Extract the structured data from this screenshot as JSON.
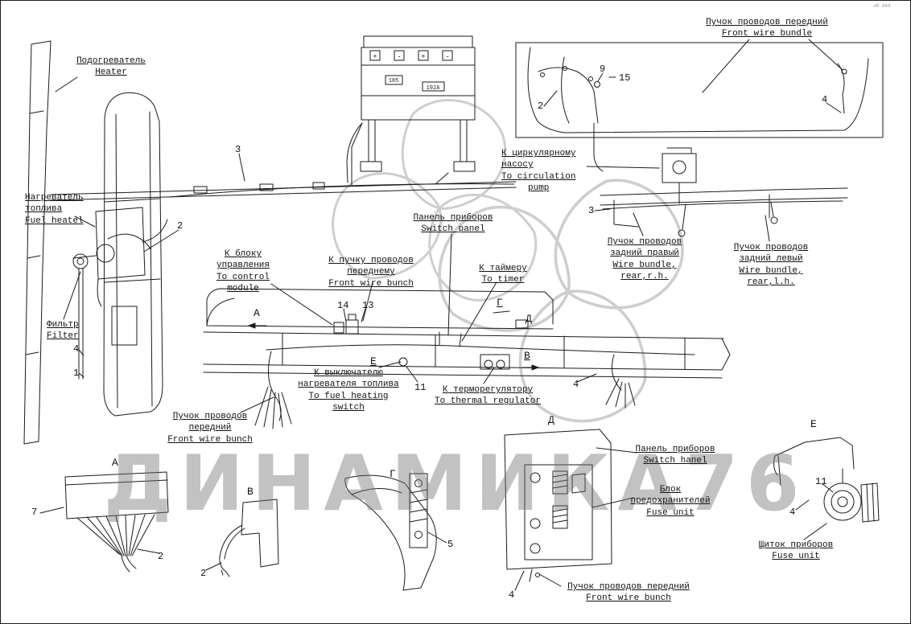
{
  "meta": {
    "corner_mark": "«® ###"
  },
  "watermark": {
    "text": "ДИНАМИКА76"
  },
  "callouts": {
    "heater": {
      "l1": "Подогреватель",
      "l2": "Heater"
    },
    "fuel_heater": {
      "l1": "Нагреватель",
      "l2": "топлива",
      "l3": "Fuel heatel"
    },
    "filter": {
      "l1": "Фильтр",
      "l2": "Filter"
    },
    "front_wire_bundle_tr": {
      "l1": "Пучок проводов передний",
      "l2": "Front wire bundle"
    },
    "circulation_pump": {
      "l1": "К циркулярному",
      "l2": "насосу",
      "l3": "To circulation",
      "l4": "pump"
    },
    "wire_bundle_rear_rh": {
      "l1": "Пучок проводов",
      "l2": "задний правый",
      "l3": "Wire bundle,",
      "l4": "rear,r.h."
    },
    "wire_bundle_rear_lh": {
      "l1": "Пучок проводов",
      "l2": "задний левый",
      "l3": "Wire bundle,",
      "l4": "rear,l.h."
    },
    "switch_panel": {
      "l1": "Панель приборов",
      "l2": "Switch panel"
    },
    "control_module": {
      "l1": "К блоку",
      "l2": "управления",
      "l3": "To control",
      "l4": "module"
    },
    "front_wire_bunch_mid": {
      "l1": "К пучку проводов",
      "l2": "переднему",
      "l3": "Front wire bunch"
    },
    "timer": {
      "l1": "К таймеру",
      "l2": "To timer"
    },
    "fuel_heating_switch": {
      "l1": "К выключателю",
      "l2": "нагревателя топлива",
      "l3": "To fuel heating",
      "l4": "switch"
    },
    "thermal_regulator": {
      "l1": "К терморегулятору",
      "l2": "To thermal regulator"
    },
    "front_wire_bunch_bl": {
      "l1": "Пучок проводов",
      "l2": "передний",
      "l3": "Front wire bunch"
    },
    "switch_panel_d": {
      "l1": "Панель приборов",
      "l2": "Switch hanel"
    },
    "fuse_unit_d": {
      "l1": "Блок",
      "l2": "предохранителей",
      "l3": "Fuse unit"
    },
    "front_wire_bunch_d": {
      "l1": "Пучок проводов передний",
      "l2": "Front wire bunch"
    },
    "instrument_panel_e": {
      "l1": "Щиток приборов",
      "l2": "Fuse unit"
    }
  },
  "numbers": {
    "1": "1",
    "2": "2",
    "3": "3",
    "4": "4",
    "5": "5",
    "7": "7",
    "9": "9",
    "11": "11",
    "13": "13",
    "14": "14",
    "15": "15"
  },
  "sections": {
    "a": "А",
    "b": "В",
    "g": "Г",
    "d": "Д",
    "e": "Е"
  },
  "component_labels": {
    "box_185": "185",
    "box_192a": "192A",
    "plus": "+",
    "minus": "-"
  }
}
